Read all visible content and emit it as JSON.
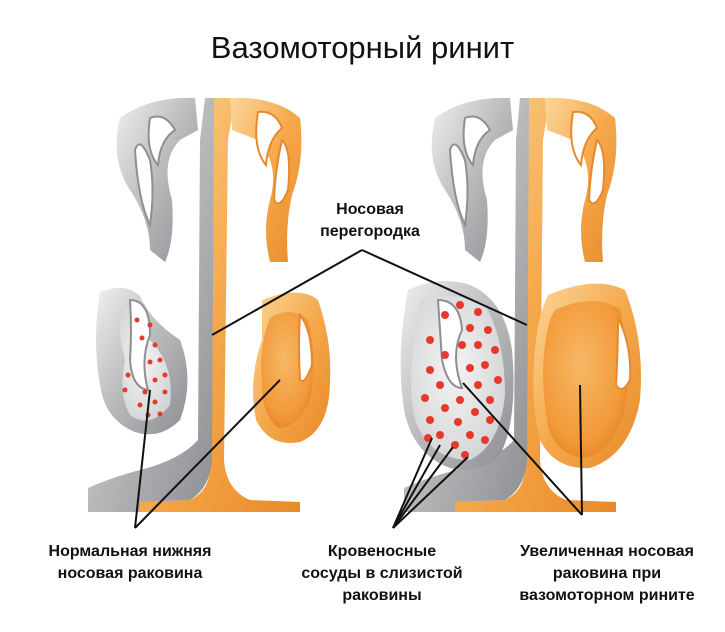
{
  "title": "Вазомоторный ринит",
  "labels": {
    "septum": [
      "Носовая",
      "перегородка"
    ],
    "normal_concha": [
      "Нормальная нижняя",
      "носовая раковина"
    ],
    "blood_vessels": [
      "Кровеносные",
      "сосуды в слизистой",
      "раковины"
    ],
    "enlarged_concha": [
      "Увеличенная носовая",
      "раковина при",
      "вазомоторном рините"
    ]
  },
  "colors": {
    "orange": "#f09b3a",
    "orange_light": "#f7c27a",
    "gray": "#a7a9ac",
    "gray_light": "#dcdcdc",
    "dot_red": "#e53a2b"
  }
}
